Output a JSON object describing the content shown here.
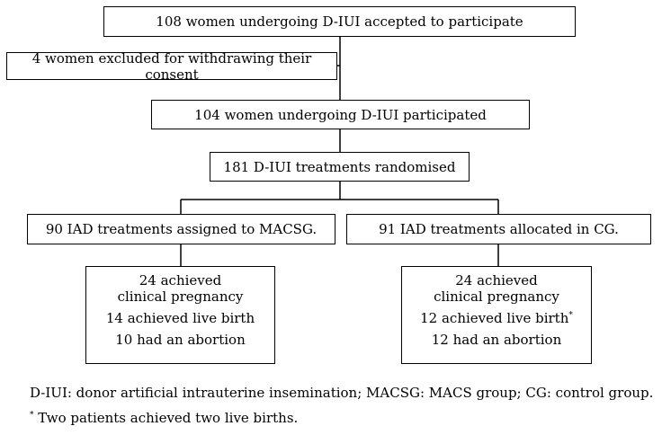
{
  "flow": {
    "accepted": "108 women undergoing D-IUI accepted to participate",
    "excluded": "4 women excluded for withdrawing their consent",
    "participated": "104 women undergoing D-IUI participated",
    "randomised": "181 D-IUI treatments randomised",
    "macsg": {
      "assigned": "90 IAD treatments assigned to MACSG.",
      "pregnancy": "24 achieved clinical pregnancy",
      "live_birth": "14 achieved live birth",
      "abortion": "10 had an abortion"
    },
    "cg": {
      "allocated": "91 IAD treatments allocated in CG.",
      "pregnancy": "24 achieved clinical pregnancy",
      "live_birth": "12 achieved live birth",
      "live_birth_mark": "*",
      "abortion": "12 had an abortion"
    }
  },
  "notes": {
    "abbreviations": "D-IUI: donor artificial intrauterine insemination; MACSG: MACS group; CG: control group.",
    "footnote_mark": "*",
    "footnote_text": " Two patients achieved two live births."
  }
}
